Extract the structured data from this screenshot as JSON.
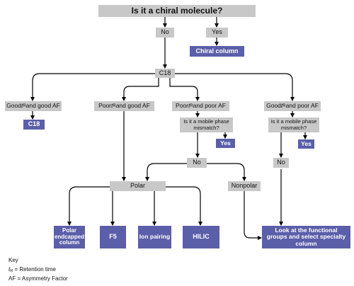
{
  "colors": {
    "question": "#c8c8c8",
    "result": "#5b5ea8",
    "line": "#000000"
  },
  "nodes": {
    "chiral_question": "Is it a chiral molecule?",
    "no_top": "No",
    "yes_top": "Yes",
    "chiral_column": "Chiral column",
    "c18": "C18",
    "good_good": {
      "a": "Good ",
      "t": "t",
      "sub": "R",
      "b": " and good AF"
    },
    "poor_good": {
      "a": "Poor ",
      "t": "t",
      "sub": "R",
      "b": " and good AF"
    },
    "poor_poor": {
      "a": "Poor ",
      "t": "t",
      "sub": "R",
      "b": " and poor AF"
    },
    "good_poor": {
      "a": "Good ",
      "t": "t",
      "sub": "R",
      "b": " and poor AF"
    },
    "c18_result": "C18",
    "mismatch_1": "Is it a mobile phase mismatch?",
    "mismatch_2": "Is it a mobile phase mismatch?",
    "yes_1": "Yes",
    "yes_2": "Yes",
    "no_1": "No",
    "no_2": "No",
    "polar": "Polar",
    "nonpolar": "Nonpolar",
    "polar_endcapped": "Polar endcapped column",
    "f5": "F5",
    "ion_pairing": "Ion pairing",
    "hilic": "HILIC",
    "functional_groups": "Look at the functional groups and select specialty column"
  },
  "key": {
    "title": "Key",
    "tr_symbol": "t",
    "tr_sub": "R",
    "tr_def": " = Retention time",
    "af_def": "AF = Asymmetry Factor"
  }
}
